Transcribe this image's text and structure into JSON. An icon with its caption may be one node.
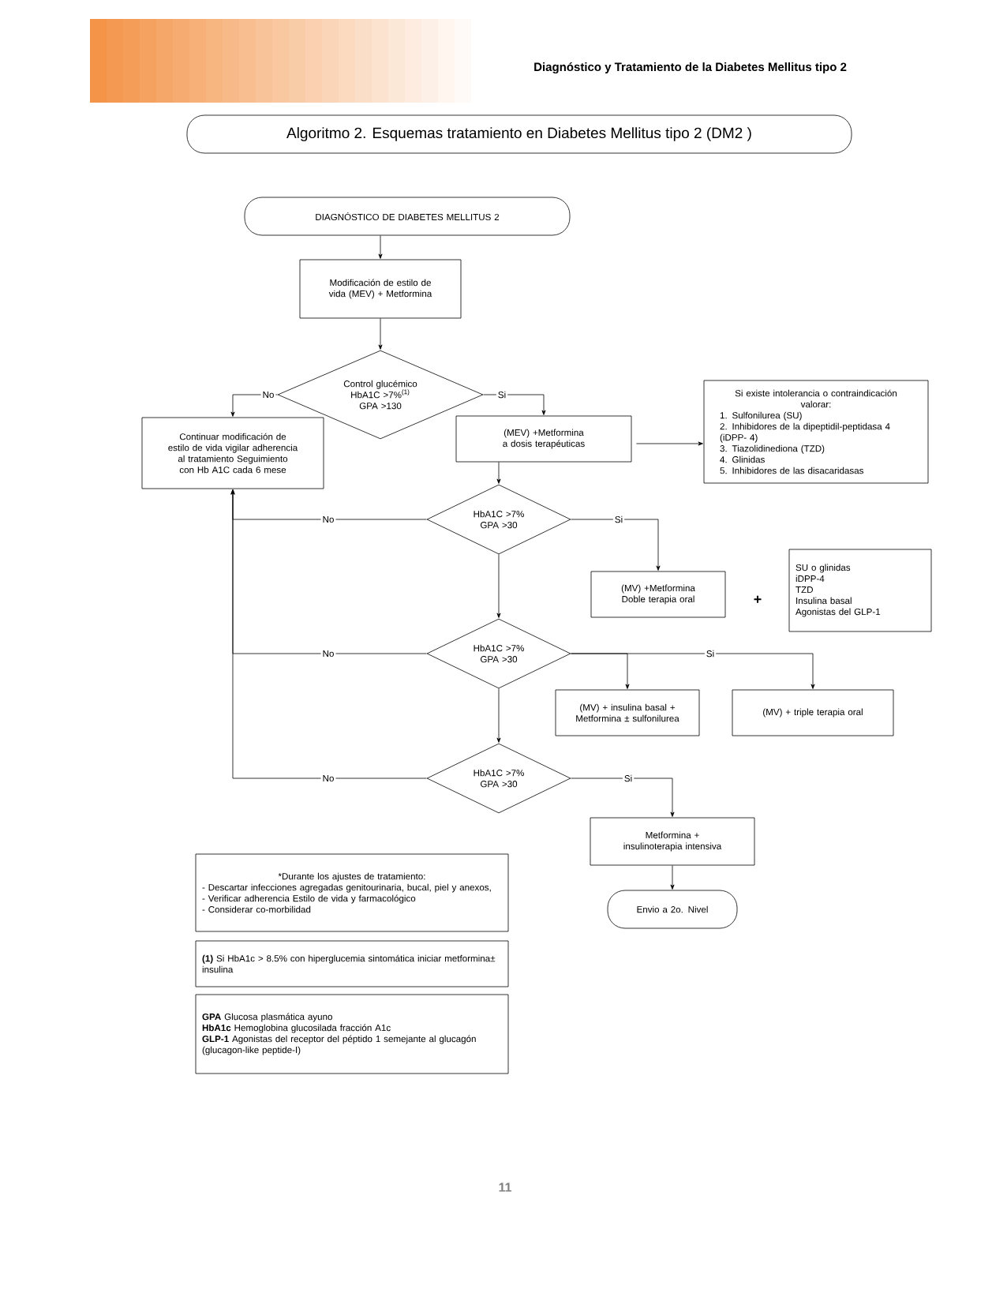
{
  "diagram": {
    "title": "Algoritmo 2.  Esquemas tratamiento  en Diabetes Mellitus tipo 2 (DM2 )",
    "nodes": [
      {
        "text": [
          "DIAGNÓSTICO DE DIABETES MELLITUS 2"
        ]
      },
      {
        "text": [
          "Modificación de estilo de vida (MEV) + Metformina"
        ]
      },
      {
        "text": [
          "Control glucémico HbA1C >7%$^{(1)}$ GPA >130"
        ]
      },
      {
        "text": [
          "Continuar modificación de estilo de vida  vigilar adherencia al tratamiento Seguimiento con Hb A1C cada 6 mese"
        ]
      },
      {
        "text": [
          "(MEV) +Metformina a dosis terapéuticas"
        ]
      },
      {
        "text": [
          "Si existe intolerancia o contraindicación valorar:",
          "1. Sulfonilurea (SU)",
          "2. Inhibidores de la dipeptidil-peptidasa 4 (iDPP- 4)",
          "3. Tiazolidinediona (TZD)",
          "4. Glinidas",
          "5. Inhibidores de las disacaridasas"
        ]
      },
      {
        "text": [
          "HbA1C >7% GPA >30"
        ]
      },
      {
        "text": [
          "(MV) +Metformina Doble terapia oral"
        ]
      },
      {
        "text": [
          "SU  o glinidas",
          "iDPP-4",
          "TZD",
          "Insulina basal",
          "Agonistas del GLP-1"
        ]
      },
      {
        "text": [
          "HbA1C >7% GPA >30"
        ]
      },
      {
        "text": [
          "(MV) +  insulina basal + Metformina ± sulfonilurea"
        ]
      },
      {
        "text": [
          "(MV) +  triple terapia oral"
        ]
      },
      {
        "text": [
          "HbA1C >7% GPA >30"
        ]
      },
      {
        "text": [
          "Metformina + insulinoterapia intensiva"
        ]
      },
      {
        "text": [
          "Envio a 2o. Nivel"
        ]
      },
      {
        "text": [
          "*Durante los ajustes de tratamiento:",
          "- Descartar   infecciones agregadas genitourinaria, bucal, piel y anexos,",
          "- Verificar adherencia Estilo de vida y farmacológico",
          "- Considerar co-morbilidad"
        ]
      },
      {
        "text": [
          "**(1)** Si HbA1c > 8.5% con hiperglucemia sintomática iniciar metformina± insulina"
        ]
      },
      {
        "text": [
          "**GPA** Glucosa plasmática ayuno",
          "**HbA1c** Hemoglobina glucosilada fracción A1c",
          "**GLP-1** Agonistas del receptor del péptido 1 semejante al glucagón (glucagon-like peptide-I)"
        ]
      }
    ],
    "edges": [
      {
        "from": 0,
        "to": 1,
        "arrow": "to"
      },
      {
        "from": 1,
        "to": 2,
        "arrow": "to"
      },
      {
        "from": 2,
        "to": 3,
        "arrow": "to",
        "label": "No"
      },
      {
        "from": 2,
        "to": 4,
        "arrow": "to",
        "label": "Si"
      },
      {
        "from": 4,
        "to": 5,
        "arrow": "to"
      },
      {
        "from": 4,
        "to": 6,
        "arrow": "to"
      },
      {
        "from": 6,
        "to": 7,
        "arrow": "to",
        "label": "Si"
      },
      {
        "from": 6,
        "to": 3,
        "arrow": "to",
        "label": "No"
      },
      {
        "from": 6,
        "to": 9,
        "arrow": "to"
      },
      {
        "from": 9,
        "to": 3,
        "arrow": "to",
        "label": "No"
      },
      {
        "from": 9,
        "to": 10,
        "arrow": "to"
      },
      {
        "from": 9,
        "to": 11,
        "arrow": "to",
        "label": "Si"
      },
      {
        "from": 9,
        "to": 12,
        "arrow": "to"
      },
      {
        "from": 12,
        "to": 3,
        "arrow": "to",
        "label": "No"
      },
      {
        "from": 12,
        "to": 13,
        "arrow": "to",
        "label": "Si"
      },
      {
        "from": 13,
        "to": 14,
        "arrow": "to"
      }
    ],
    "labels": [
      "Diagnóstico y Tratamiento de la Diabetes Mellitus tipo 2",
      "+",
      "11"
    ]
  }
}
